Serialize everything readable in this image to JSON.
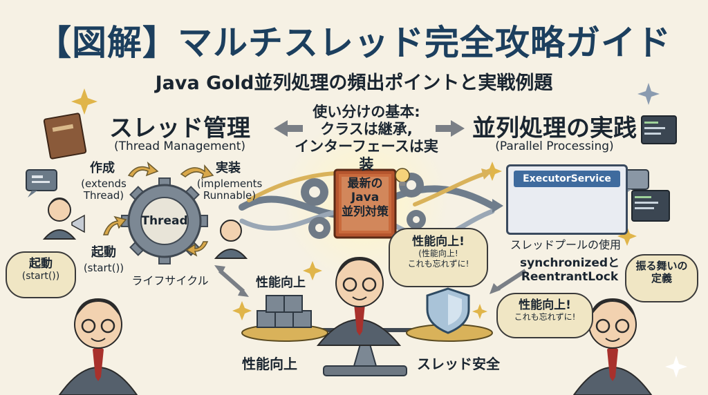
{
  "header": {
    "title": "【図解】マルチスレッド完全攻略ガイド",
    "subtitle": "Java Gold並列処理の頻出ポイントと実戦例題"
  },
  "thread_management": {
    "heading": "スレッド管理",
    "heading_en": "(Thread Management)",
    "gear_label": "Thread",
    "create": {
      "label": "作成",
      "detail": "(extends Thread)"
    },
    "implement": {
      "label": "実装",
      "detail": "(implements Runnable)"
    },
    "start": {
      "label": "起動",
      "detail": "(start())"
    },
    "lifecycle": "ライフサイクル"
  },
  "center": {
    "basics_line1": "使い分けの基本:",
    "basics_line2": "クラスは継承,",
    "basics_line3": "インターフェースは実装",
    "book_line1": "最新の",
    "book_line2": "Java",
    "book_line3": "並列対策"
  },
  "parallel": {
    "heading": "並列処理の実践",
    "heading_en": "(Parallel Processing)",
    "executor": "ExecutorService",
    "pool": "スレッドプールの使用",
    "sync1": "synchronizedと",
    "sync2": "ReentrantLock"
  },
  "bubbles": {
    "left": {
      "line1": "起動",
      "line2": "(start())"
    },
    "center": {
      "main": "性能向上!",
      "sub1": "(性能向上!",
      "sub2": "これも忘れずに!"
    },
    "right_top": {
      "line1": "振る舞いの",
      "line2": "定義"
    },
    "right": {
      "main": "性能向上!",
      "sub": "これも忘れずに!"
    }
  },
  "scale": {
    "top_label": "性能向上",
    "left_label": "性能向上",
    "right_label": "スレッド安全"
  },
  "colors": {
    "title": "#1c3f5e",
    "background": "#f6f1e4",
    "bubble": "#f0e6c4",
    "accent_gold": "#e0b54a",
    "gear": "#7c8894",
    "executor_header": "#3f6b9e"
  },
  "icons": [
    "book-icon",
    "chat-icon",
    "terminal-icon",
    "lightbulb-icon",
    "gear-icon",
    "shield-icon",
    "sparkle-icon",
    "megaphone-icon"
  ]
}
